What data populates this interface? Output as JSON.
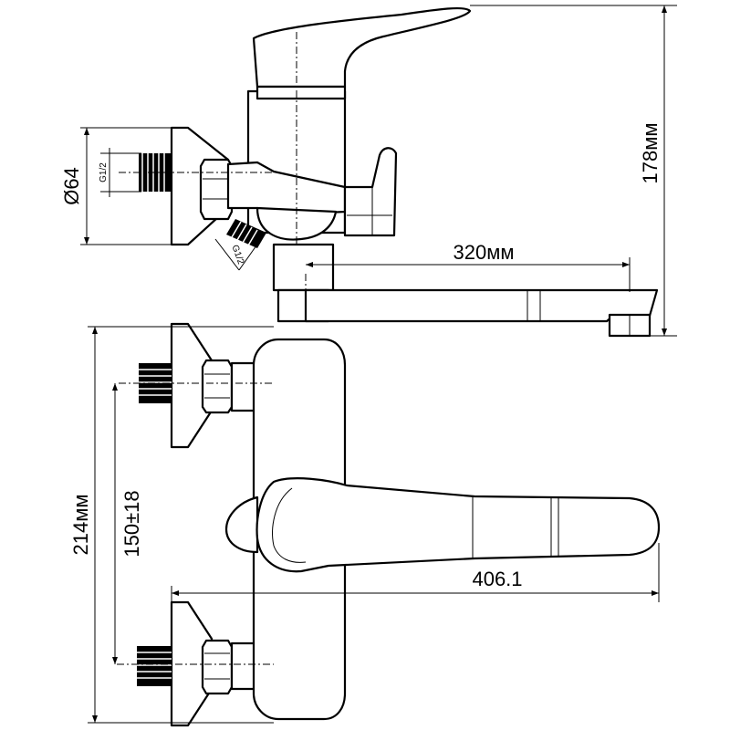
{
  "dimensions": {
    "flange_diameter": "Ø64",
    "thread_top": "G1/2",
    "thread_inlet": "G1/2",
    "spout_length": "320мм",
    "total_height": "178мм",
    "total_width": "214мм",
    "center_distance": "150±18",
    "total_reach": "406.1"
  },
  "colors": {
    "line": "#000000",
    "background": "#ffffff"
  }
}
